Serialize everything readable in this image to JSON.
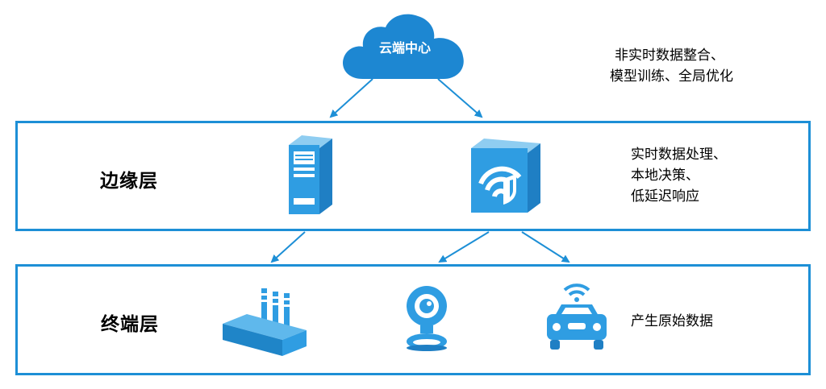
{
  "cloud": {
    "label": "云端中心",
    "desc_lines": [
      "非实时数据整合、",
      "模型训练、全局优化"
    ]
  },
  "edge_layer": {
    "title": "边缘层",
    "desc_lines": [
      "实时数据处理、",
      "本地决策、",
      "低延迟响应"
    ]
  },
  "terminal_layer": {
    "title": "终端层",
    "desc": "产生原始数据"
  },
  "icons": {
    "cloud": "cloud-icon",
    "edge_left": "server-tower-icon",
    "edge_right": "edge-gateway-icon",
    "term_left": "factory-icon",
    "term_mid": "webcam-icon",
    "term_right": "connected-car-icon"
  },
  "colors": {
    "primary": "#1d8fd6",
    "cloud": "#1d87d2",
    "icon_dark": "#0f6fb3",
    "icon_light": "#2f9de2"
  }
}
